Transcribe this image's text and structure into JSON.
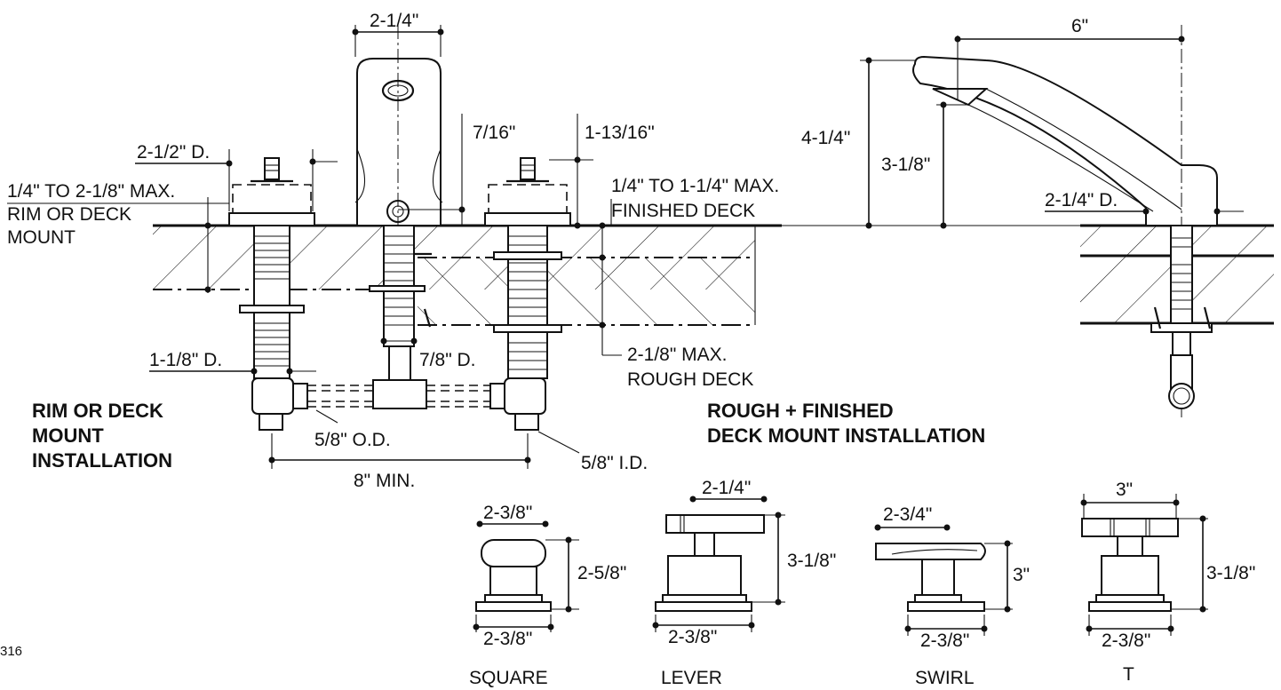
{
  "labels": {
    "left_rim_deck_title_1": "RIM OR DECK",
    "left_rim_deck_title_2": "MOUNT",
    "left_rim_deck_title_3": "INSTALLATION",
    "rough_finished_title_1": "ROUGH + FINISHED",
    "rough_finished_title_2": "DECK MOUNT INSTALLATION",
    "rim_deck_mount_1": "1/4\" TO 2-1/8\" MAX.",
    "rim_deck_mount_2": "RIM OR DECK",
    "rim_deck_mount_3": "MOUNT",
    "finished_deck_1": "1/4\" TO 1-1/4\" MAX.",
    "finished_deck_2": "FINISHED DECK",
    "rough_deck_1": "2-1/8\" MAX.",
    "rough_deck_2": "ROUGH DECK",
    "page_number": "316"
  },
  "dimensions": {
    "spout_width": "2-1/4\"",
    "handle_diameter": "2-1/2\" D.",
    "spout_offset": "7/16\"",
    "valve_height": "1-13/16\"",
    "valve_diameter": "1-1/8\" D.",
    "spout_tube_diameter": "7/8\" D.",
    "supply_od": "5/8\" O.D.",
    "supply_id": "5/8\" I.D.",
    "center_spacing": "8\" MIN.",
    "side_spout_reach": "6\"",
    "side_spout_height": "4-1/4\"",
    "side_spout_clearance": "3-1/8\"",
    "side_spout_base_d": "2-1/4\" D."
  },
  "handles": [
    {
      "name": "SQUARE",
      "top_width": "2-3/8\"",
      "height": "2-5/8\"",
      "base_width": "2-3/8\""
    },
    {
      "name": "LEVER",
      "top_width": "2-1/4\"",
      "height": "3-1/8\"",
      "base_width": "2-3/8\""
    },
    {
      "name": "SWIRL",
      "top_width": "2-3/4\"",
      "height": "3\"",
      "base_width": "2-3/8\""
    },
    {
      "name": "T",
      "top_width": "3\"",
      "height": "3-1/8\"",
      "base_width": "2-3/8\""
    }
  ]
}
